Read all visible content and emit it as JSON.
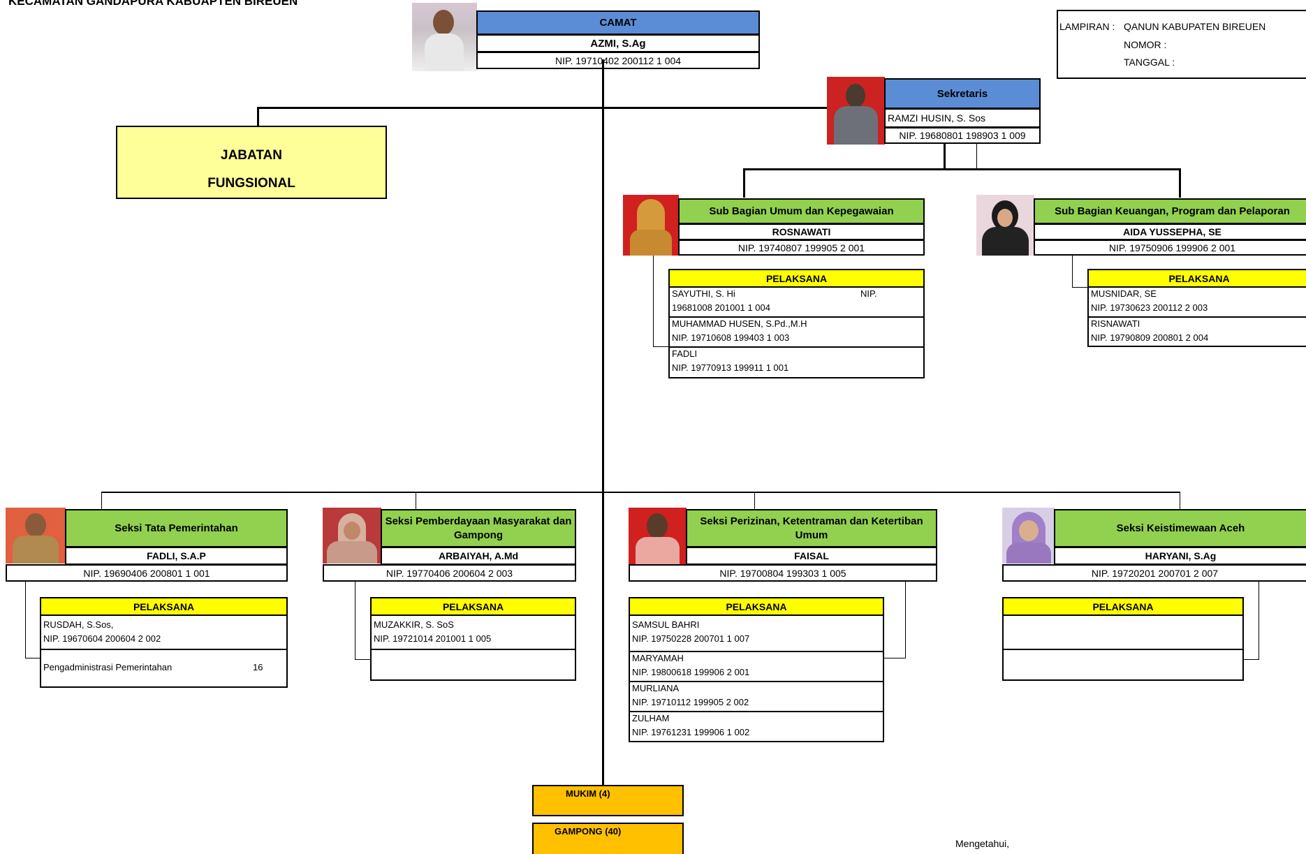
{
  "header": {
    "title": "KECAMATAN GANDAPURA KABUAPTEN BIREUEN"
  },
  "camat": {
    "title": "CAMAT",
    "name": "AZMI, S.Ag",
    "nip": "NIP. 19710402 200112 1 004"
  },
  "lampiran": {
    "label": "LAMPIRAN :",
    "value": "QANUN KABUPATEN BIREUEN",
    "nomor": "NOMOR :",
    "tanggal": "TANGGAL :"
  },
  "sekretaris": {
    "title": "Sekretaris",
    "name": "RAMZI HUSIN, S. Sos",
    "nip": "NIP. 19680801 198903 1 009"
  },
  "jabatan": {
    "line1": "JABATAN",
    "line2": "FUNGSIONAL"
  },
  "sub_umum": {
    "title": "Sub Bagian Umum dan Kepegawaian",
    "name": "ROSNAWATI",
    "nip": "NIP. 19740807 199905 2 001",
    "pelaksana": "PELAKSANA",
    "staff": [
      {
        "line1": "SAYUTHI, S. Hi",
        "line1b": "NIP.",
        "line2": "19681008 201001 1 004"
      },
      {
        "line1": "MUHAMMAD HUSEN, S.Pd.,M.H",
        "line2": "NIP. 19710608 199403 1 003"
      },
      {
        "line1": "FADLI",
        "line2": "NIP. 19770913 199911 1 001"
      }
    ]
  },
  "sub_keuangan": {
    "title": "Sub Bagian Keuangan, Program dan Pelaporan",
    "name": "AIDA YUSSEPHA, SE",
    "nip": "NIP. 19750906 199906 2 001",
    "pelaksana": "PELAKSANA",
    "staff": [
      {
        "line1": "MUSNIDAR, SE",
        "line2": "NIP. 19730623 200112 2 003"
      },
      {
        "line1": "RISNAWATI",
        "line2": "NIP. 19790809 200801 2 004"
      }
    ]
  },
  "seksi_tata": {
    "title": "Seksi Tata Pemerintahan",
    "name": "FADLI, S.A.P",
    "nip": "NIP. 19690406 200801 1 001",
    "pelaksana": "PELAKSANA",
    "staff": [
      {
        "line1": "RUSDAH, S.Sos,",
        "line2": "NIP. 19670604 200604 2 002"
      }
    ],
    "extra": {
      "label": "Pengadministrasi Pemerintahan",
      "value": "16"
    }
  },
  "seksi_pemberdayaan": {
    "title1": "Seksi Pemberdayaan Masyarakat dan",
    "title2": "Gampong",
    "name": "ARBAIYAH, A.Md",
    "nip": "NIP. 19770406 200604 2 003",
    "pelaksana": "PELAKSANA",
    "staff": [
      {
        "line1": "MUZAKKIR, S. SoS",
        "line2": "NIP. 19721014 201001 1 005"
      }
    ]
  },
  "seksi_perizinan": {
    "title1": "Seksi Perizinan, Ketentraman dan Ketertiban",
    "title2": "Umum",
    "name": "FAISAL",
    "nip": "NIP. 19700804 199303 1 005",
    "pelaksana": "PELAKSANA",
    "staff": [
      {
        "line1": "SAMSUL BAHRI",
        "line2": "NIP. 19750228 200701 1 007"
      },
      {
        "line1": "MARYAMAH",
        "line2": "NIP. 19800618 199906 2 001"
      },
      {
        "line1": "MURLIANA",
        "line2": "NIP. 19710112 199905 2 002"
      },
      {
        "line1": "ZULHAM",
        "line2": "NIP. 19761231 199906 1 002"
      }
    ]
  },
  "seksi_keistimewaan": {
    "title": "Seksi Keistimewaan Aceh",
    "name": "HARYANI, S.Ag",
    "nip": "NIP. 19720201 200701 2 007",
    "pelaksana": "PELAKSANA"
  },
  "mukim": {
    "label": "MUKIM (4)"
  },
  "gampong": {
    "label": "GAMPONG (40)"
  },
  "footer": {
    "mengetahui": "Mengetahui,"
  },
  "colors": {
    "header_blue": "#5b8dd6",
    "section_green": "#92d050",
    "pelaksana_yellow": "#ffff00",
    "jabatan_yellow": "#ffff99",
    "mukim_orange": "#ffc000"
  }
}
